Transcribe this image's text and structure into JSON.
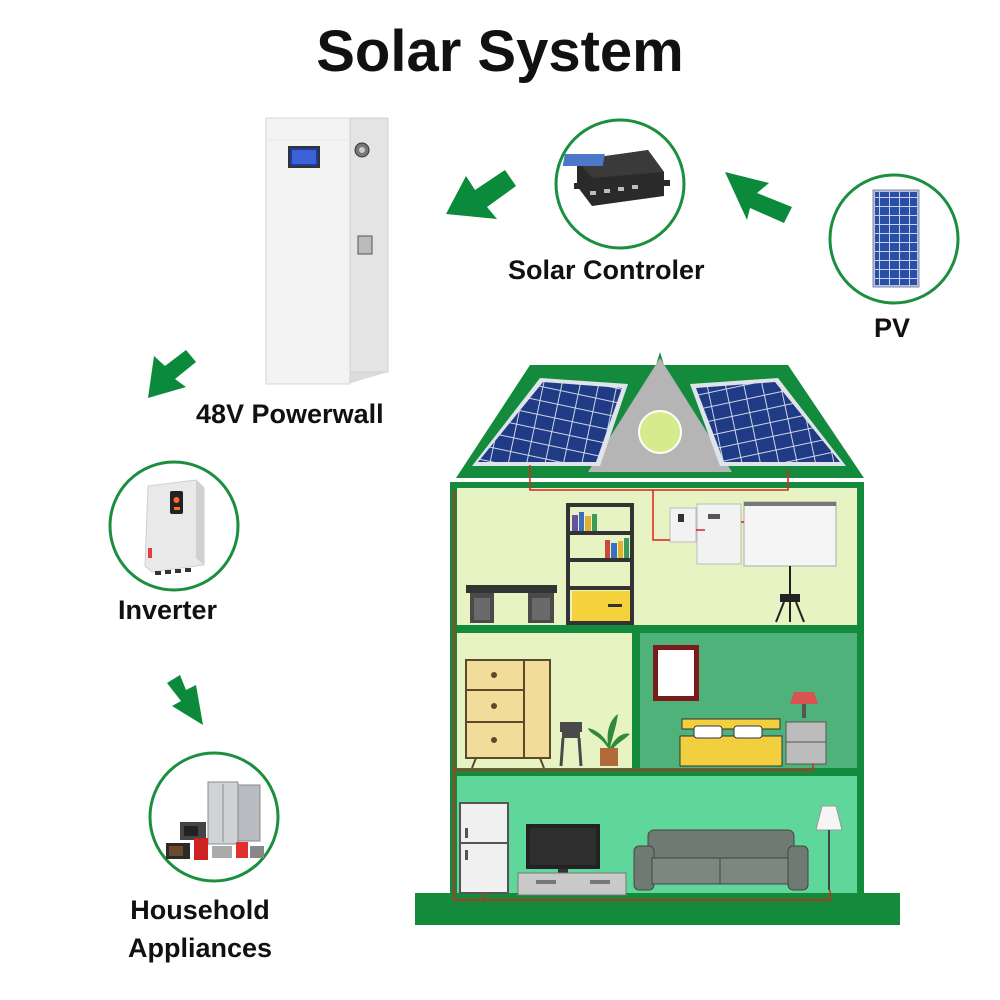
{
  "title": "Solar System",
  "labels": {
    "solar_controller": "Solar Controler",
    "pv": "PV",
    "powerwall": "48V Powerwall",
    "inverter": "Inverter",
    "household_line1": "Household",
    "household_line2": "Appliances"
  },
  "colors": {
    "accent_green": "#0a8a3a",
    "circle_border": "#1b8f3e",
    "house_green": "#138a3c",
    "wire_red": "#e02020"
  }
}
